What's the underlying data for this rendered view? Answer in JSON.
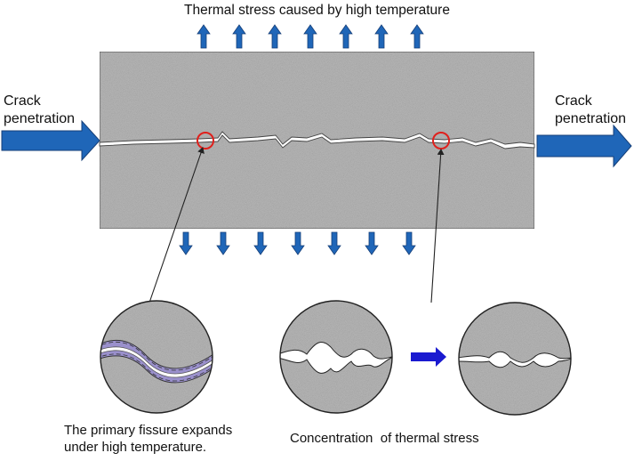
{
  "title": "Thermal stress caused by high temperature",
  "left_label": "Crack\npenetration",
  "right_label": "Crack\npenetration",
  "caption_left": "The primary fissure expands\nunder high temperature.",
  "caption_right": "Concentration  of thermal stress",
  "colors": {
    "arrow_blue": "#1f66b8",
    "arrow_dark": "#163f78",
    "marker_red": "#e0201c",
    "rock_gray": "#b9b9b9",
    "fissure_purple": "#9a90cc",
    "mid_arrow_blue": "#1a1ad0"
  }
}
